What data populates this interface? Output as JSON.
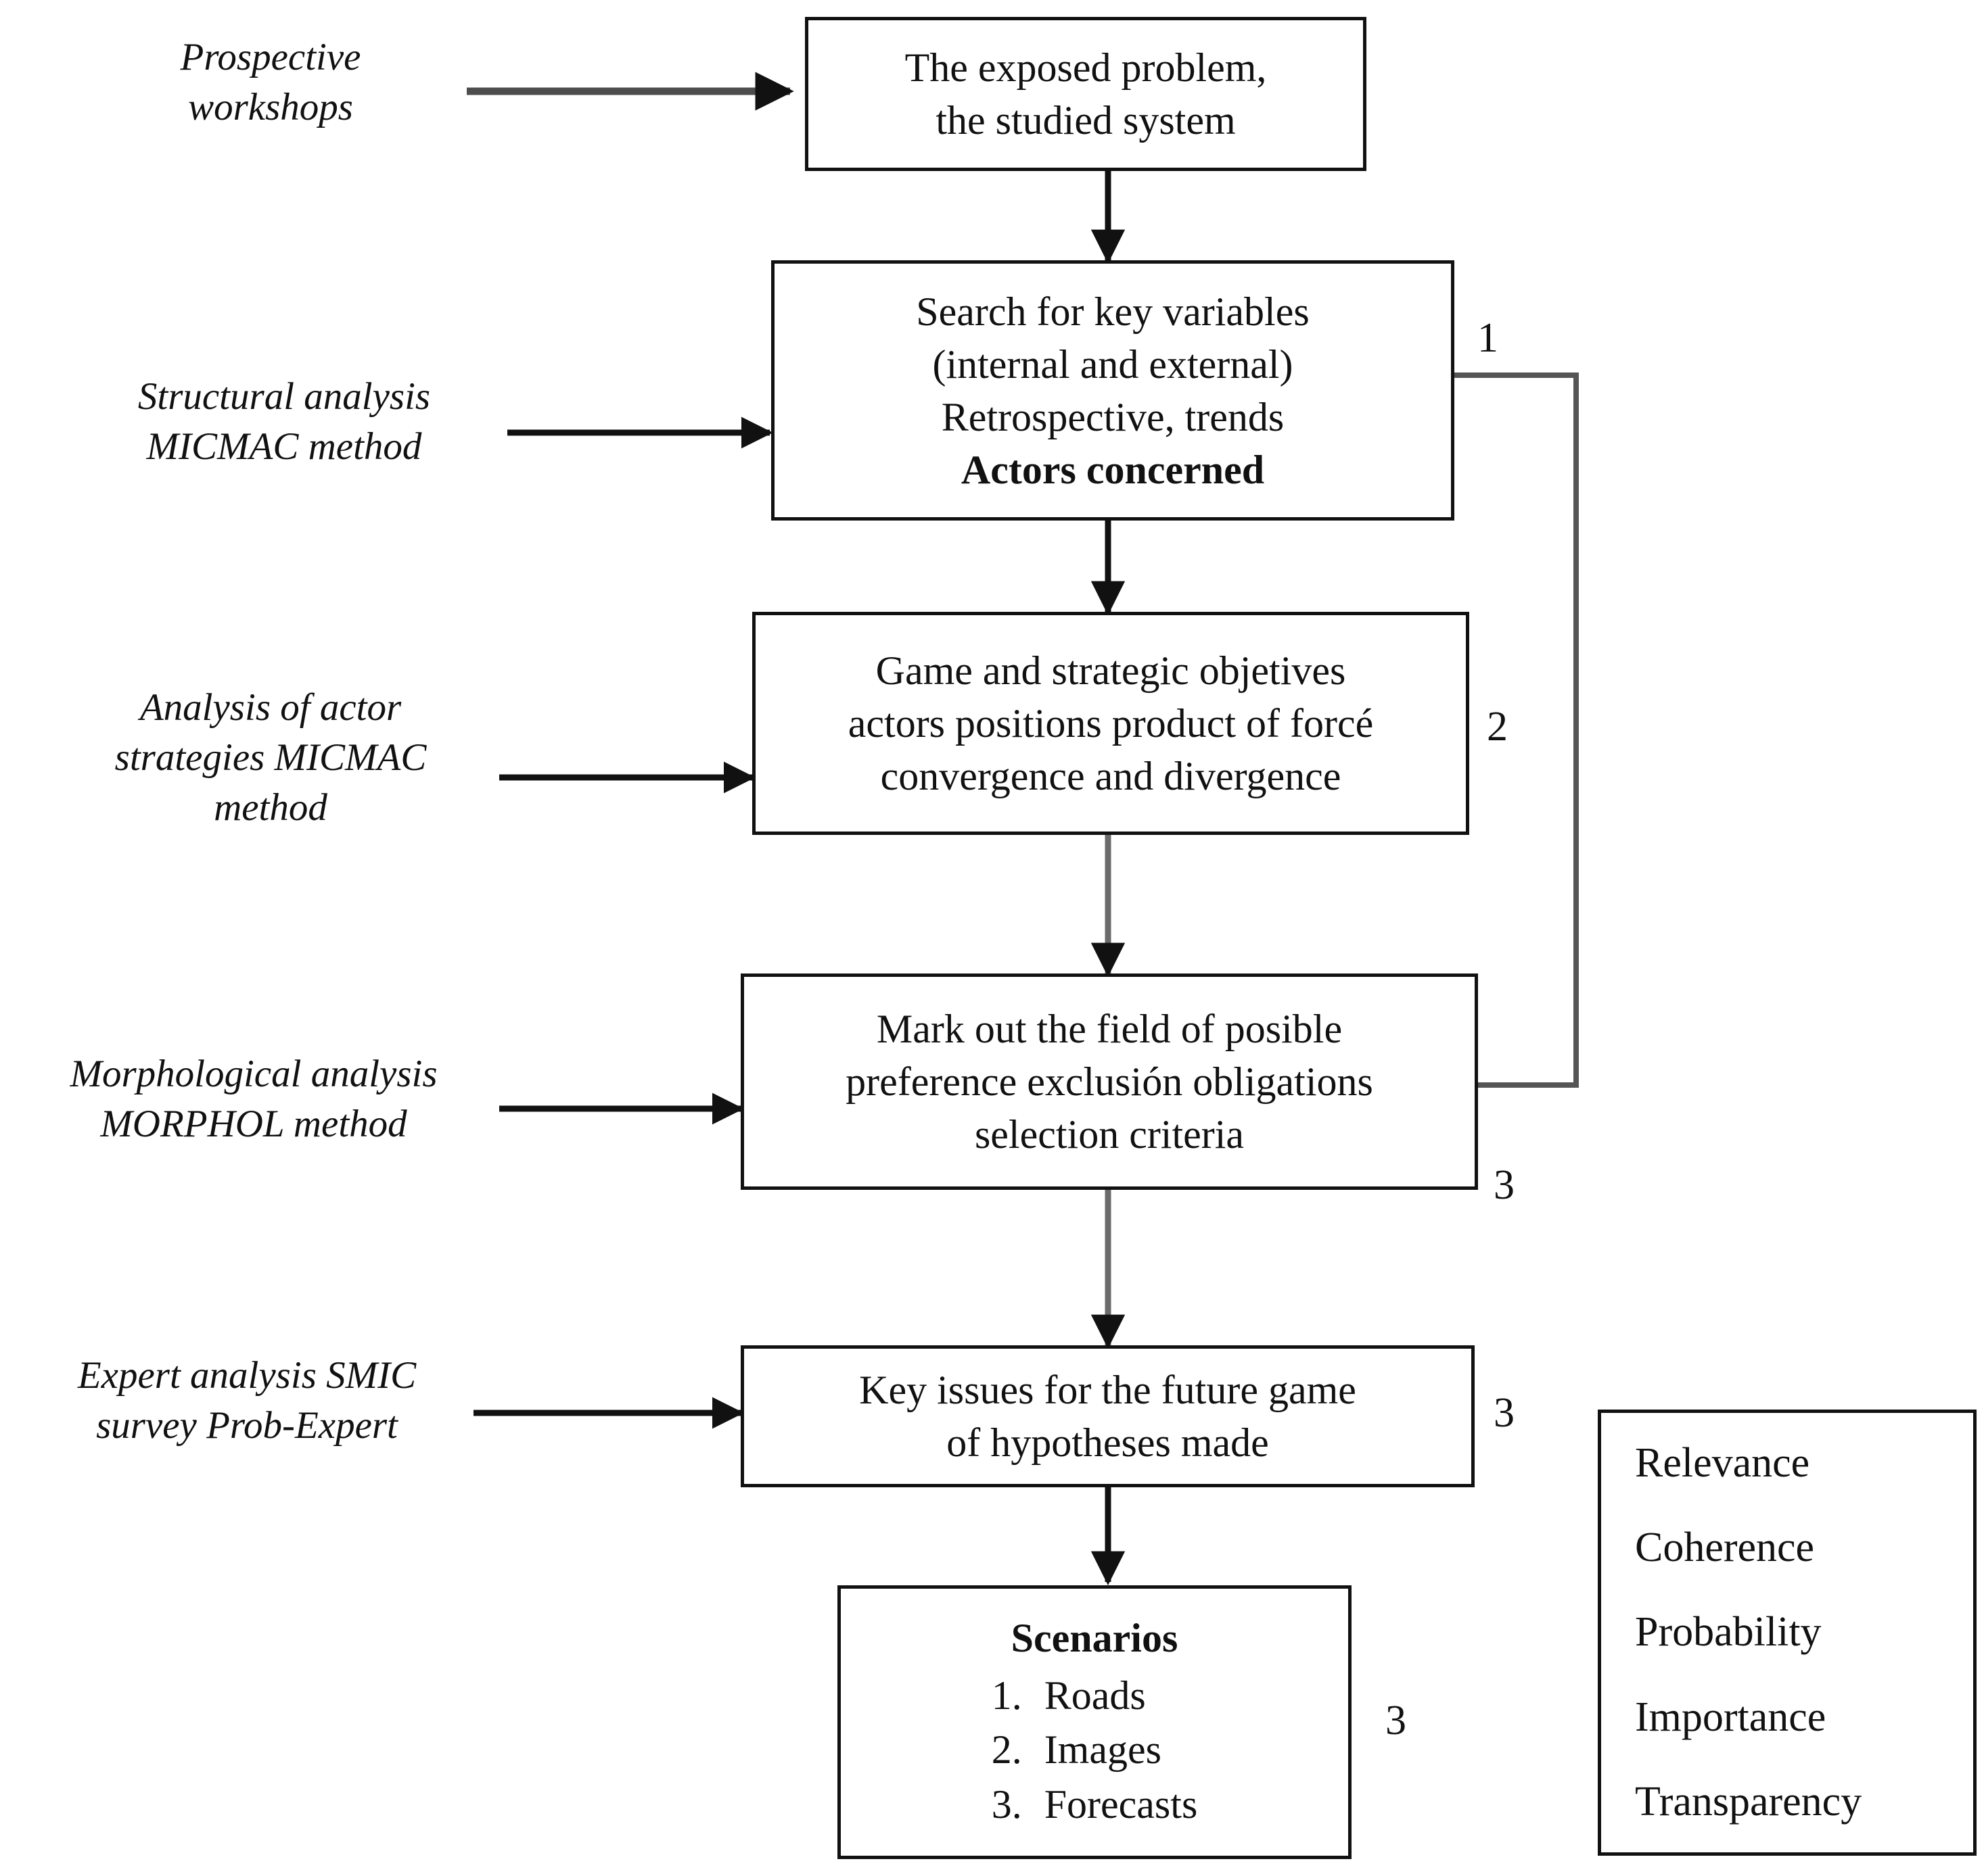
{
  "diagram": {
    "title": "Prospective scenario-building methodology flowchart",
    "boxes": [
      {
        "id": "exposed-problem",
        "lines": [
          "The exposed problem,",
          "the studied system"
        ]
      },
      {
        "id": "key-variables",
        "lines": [
          "Search for key variables",
          "(internal and external)",
          "Retrospective, trends",
          "Actors concerned"
        ],
        "bold_lines": [
          "Actors concerned"
        ]
      },
      {
        "id": "game-strategic-objectives",
        "lines": [
          "Game and strategic objetives",
          "actors positions product of forcé",
          "convergence and divergence"
        ]
      },
      {
        "id": "field-of-possible",
        "lines": [
          "Mark out the field of posible",
          "preference exclusión obligations",
          "selection criteria"
        ]
      },
      {
        "id": "key-issues",
        "lines": [
          "Key issues for the future game",
          "of hypotheses made"
        ]
      }
    ],
    "box1_line1": "The exposed problem,",
    "box1_line2": "the studied system",
    "box2_line1": "Search for key variables",
    "box2_line2": "(internal and external)",
    "box2_line3": "Retrospective, trends",
    "box2_line4": "Actors concerned",
    "box3_line1": "Game and strategic objetives",
    "box3_line2": "actors positions product of forcé",
    "box3_line3": "convergence and divergence",
    "box4_line1": "Mark out the field of posible",
    "box4_line2": "preference exclusión obligations",
    "box4_line3": "selection criteria",
    "box5_line1": "Key issues for the future game",
    "box5_line2": "of hypotheses made",
    "side_labels": [
      {
        "id": "prospective-workshops",
        "line1": "Prospective",
        "line2": "workshops",
        "line3": ""
      },
      {
        "id": "structural-analysis",
        "line1": "Structural analysis",
        "line2": "MICMAC method",
        "line3": ""
      },
      {
        "id": "actor-strategies",
        "line1": "Analysis of actor",
        "line2": "strategies MICMAC",
        "line3": "method"
      },
      {
        "id": "morphological-analysis",
        "line1": "Morphological analysis",
        "line2": "MORPHOL  method",
        "line3": ""
      },
      {
        "id": "expert-analysis",
        "line1": "Expert  analysis SMIC",
        "line2": "survey  Prob-Expert",
        "line3": ""
      }
    ],
    "label1_l1": "Prospective",
    "label1_l2": "workshops",
    "label2_l1": "Structural analysis",
    "label2_l2": "MICMAC method",
    "label3_l1": "Analysis of actor",
    "label3_l2": "strategies MICMAC",
    "label3_l3": "method",
    "label4_l1": "Morphological analysis",
    "label4_l2": "MORPHOL  method",
    "label5_l1": "Expert  analysis SMIC",
    "label5_l2": "survey  Prob-Expert",
    "scenarios": {
      "title": "Scenarios",
      "items": [
        {
          "number": "1.",
          "label": "Roads"
        },
        {
          "number": "2.",
          "label": "Images"
        },
        {
          "number": "3.",
          "label": "Forecasts"
        }
      ],
      "item1_n": "1.",
      "item1_t": "Roads",
      "item2_n": "2.",
      "item2_t": "Images",
      "item3_n": "3.",
      "item3_t": "Forecasts"
    },
    "criteria": {
      "items": [
        "Relevance",
        "Coherence",
        "Probability",
        "Importance",
        "Transparency"
      ],
      "c1": "Relevance",
      "c2": "Coherence",
      "c3": "Probability",
      "c4": "Importance",
      "c5": "Transparency"
    },
    "stage_numbers": {
      "n1": "1",
      "n2": "2",
      "n3": "3",
      "n4": "3",
      "n5": "3"
    },
    "colors": {
      "stroke": "#111111",
      "arrow_grey": "#6b6b6b",
      "background": "#ffffff",
      "text": "#111111"
    }
  }
}
